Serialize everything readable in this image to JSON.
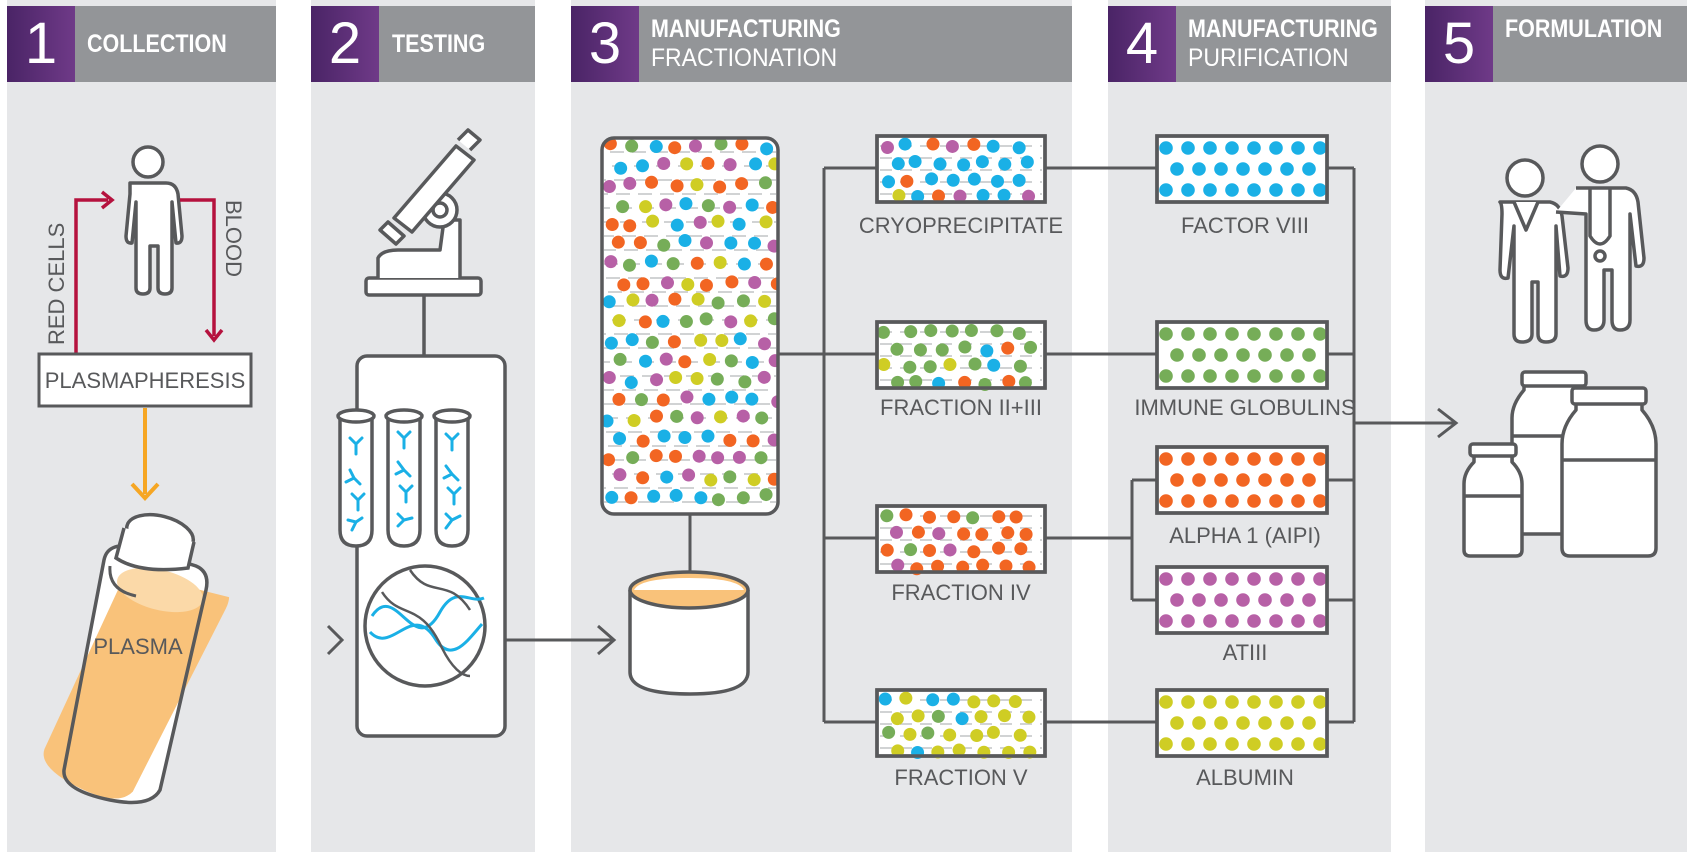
{
  "steps": [
    {
      "number": "1",
      "title": "COLLECTION",
      "subtitle": ""
    },
    {
      "number": "2",
      "title": "TESTING",
      "subtitle": ""
    },
    {
      "number": "3",
      "title": "MANUFACTURING",
      "subtitle": "FRACTIONATION"
    },
    {
      "number": "4",
      "title": "MANUFACTURING",
      "subtitle": "PURIFICATION"
    },
    {
      "number": "5",
      "title": "FORMULATION",
      "subtitle": ""
    }
  ],
  "collection": {
    "red_cells": "RED CELLS",
    "blood": "BLOOD",
    "plasmapheresis": "PLASMAPHERESIS",
    "plasma": "PLASMA"
  },
  "fractions": [
    "CRYOPRECIPITATE",
    "FRACTION II+III",
    "FRACTION IV",
    "FRACTION V"
  ],
  "products": [
    "FACTOR VIII",
    "IMMUNE GLOBULINS",
    "ALPHA 1 (AIPI)",
    "ATIII",
    "ALBUMIN"
  ],
  "colors": {
    "panel": "#e6e7e9",
    "header": "#939598",
    "number_box": "#5b2c78",
    "line": "#58595b",
    "red_arrow": "#b5123e",
    "orange": "#f6a623",
    "plasma_fill": "#f9c27a",
    "blue": "#1ab0e6",
    "green": "#76ad58",
    "orange_dot": "#f26522",
    "magenta": "#b760a6",
    "yellow": "#cfcd24"
  }
}
